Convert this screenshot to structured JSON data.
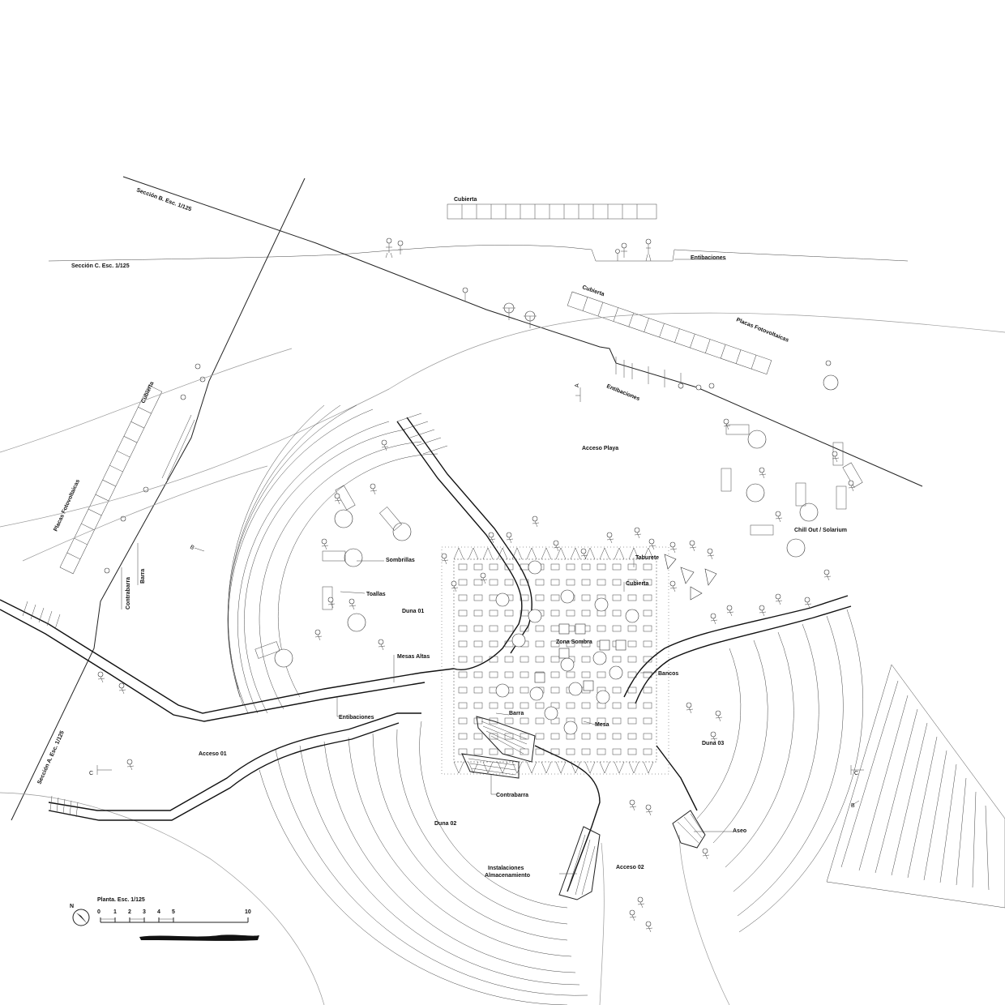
{
  "labels": {
    "seccion_b": "Sección B. Esc. 1/125",
    "seccion_c": "Sección C. Esc. 1/125",
    "seccion_a": "Sección A. Esc. 1/125",
    "cubierta_c": "Cubierta",
    "entibaciones_c": "Entibaciones",
    "cubierta_b": "Cubierta",
    "placas_b": "Placas Fotovoltaicas",
    "entibaciones_b": "Entibaciones",
    "cubierta_a": "Cubierta",
    "placas_a": "Placas Fotovoltaicas",
    "contrabarra_a": "Contrabarra",
    "barra_a": "Barra",
    "acceso_playa": "Acceso Playa",
    "chill_out": "Chill Out / Solarium",
    "sombrillas": "Sombrillas",
    "toallas": "Toallas",
    "duna_01": "Duna 01",
    "mesas_altas": "Mesas Altas",
    "entibaciones": "Entibaciones",
    "acceso_01": "Acceso 01",
    "taburete": "Taburete",
    "cubierta": "Cubierta",
    "zona_sombra": "Zona Sombra",
    "bancos": "Bancos",
    "barra": "Barra",
    "mesa": "Mesa",
    "contrabarra": "Contrabarra",
    "duna_02": "Duna 02",
    "duna_03": "Duna 03",
    "aseo": "Aseo",
    "instalaciones_1": "Instalaciones",
    "instalaciones_2": "Almacenamiento",
    "acceso_02": "Acceso 02",
    "marker_a": "A",
    "marker_b": "B",
    "marker_c": "C",
    "marker_c2": "C",
    "marker_b2": "B"
  },
  "scale": {
    "title": "Planta. Esc. 1/125",
    "north": "N",
    "ticks": [
      "0",
      "1",
      "2",
      "3",
      "4",
      "5",
      "10"
    ]
  }
}
